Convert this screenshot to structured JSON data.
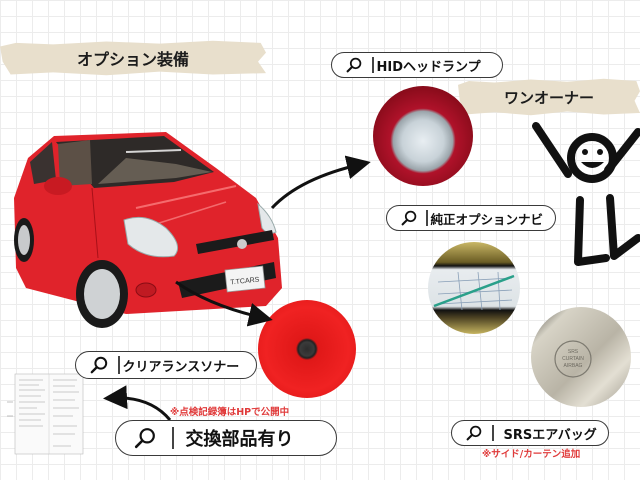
{
  "banners": {
    "options_title": "オプション装備",
    "one_owner": "ワンオーナー"
  },
  "features": [
    {
      "label": "HIDヘッドランプ",
      "icon": "search-icon"
    },
    {
      "label": "純正オプションナビ",
      "icon": "search-icon"
    },
    {
      "label": "クリアランスソナー",
      "icon": "search-icon"
    },
    {
      "label": "交換部品有り",
      "icon": "search-icon"
    },
    {
      "label": "SRSエアバッグ",
      "icon": "search-icon"
    }
  ],
  "notes": {
    "inspection_record": "※点検記録簿はHPで公開中",
    "airbag_detail": "※サイド/カーテン追加"
  },
  "car": {
    "plate_text": "T.TCARS",
    "body_color": "#e0232b"
  },
  "airbag_emblem": [
    "SRS",
    "CURTAIN",
    "AIRBAG"
  ],
  "colors": {
    "banner_bg": "#e8dfcc",
    "note_red": "#e03a3a",
    "grid_line": "#ececec"
  }
}
